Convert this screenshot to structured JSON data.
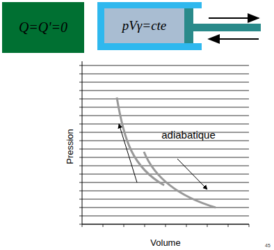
{
  "diagram": {
    "nodes": [
      {
        "text": [
          "Q=Q'=0"
        ]
      },
      {
        "text": [
          "pVγ=cte"
        ]
      }
    ],
    "labels": [
      "Pression",
      "Volume",
      "adiabatique",
      "45"
    ]
  }
}
